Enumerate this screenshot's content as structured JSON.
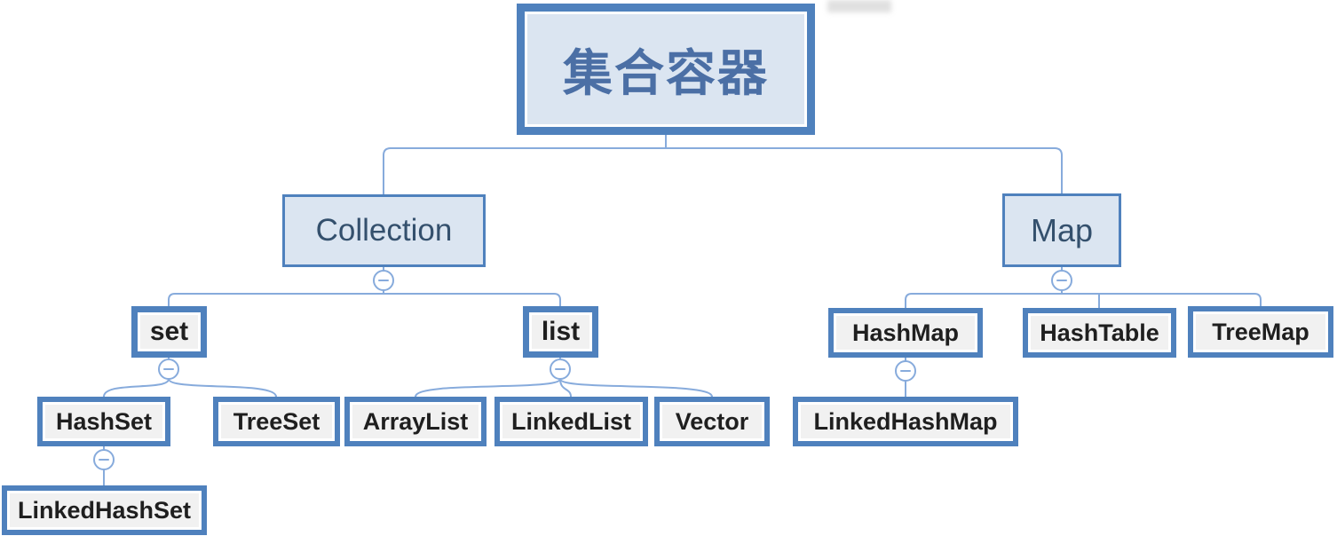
{
  "diagram": {
    "type": "mindmap-tree",
    "colors": {
      "node_border": "#4f81bd",
      "branch_fill": "#dbe5f1",
      "leaf_fill": "#f1f1f1",
      "connector": "#87abdc",
      "root_text": "#4b6fa5",
      "branch_text": "#34506d",
      "leaf_text": "#1f1f1f",
      "background": "#ffffff"
    },
    "nodes": {
      "root": {
        "label": "集合容器"
      },
      "collection": {
        "label": "Collection"
      },
      "map": {
        "label": "Map"
      },
      "set": {
        "label": "set"
      },
      "list": {
        "label": "list"
      },
      "hashset": {
        "label": "HashSet"
      },
      "treeset": {
        "label": "TreeSet"
      },
      "arraylist": {
        "label": "ArrayList"
      },
      "linkedlist": {
        "label": "LinkedList"
      },
      "vector": {
        "label": "Vector"
      },
      "linkedhashset": {
        "label": "LinkedHashSet"
      },
      "hashmap": {
        "label": "HashMap"
      },
      "hashtable": {
        "label": "HashTable"
      },
      "treemap": {
        "label": "TreeMap"
      },
      "linkedhashmap": {
        "label": "LinkedHashMap"
      }
    },
    "hierarchy": [
      {
        "parent": "集合容器",
        "children": [
          "Collection",
          "Map"
        ]
      },
      {
        "parent": "Collection",
        "children": [
          "set",
          "list"
        ]
      },
      {
        "parent": "set",
        "children": [
          "HashSet",
          "TreeSet"
        ]
      },
      {
        "parent": "HashSet",
        "children": [
          "LinkedHashSet"
        ]
      },
      {
        "parent": "list",
        "children": [
          "ArrayList",
          "LinkedList",
          "Vector"
        ]
      },
      {
        "parent": "Map",
        "children": [
          "HashMap",
          "HashTable",
          "TreeMap"
        ]
      },
      {
        "parent": "HashMap",
        "children": [
          "LinkedHashMap"
        ]
      }
    ],
    "icons": {
      "collapse": "minus-in-circle"
    }
  }
}
